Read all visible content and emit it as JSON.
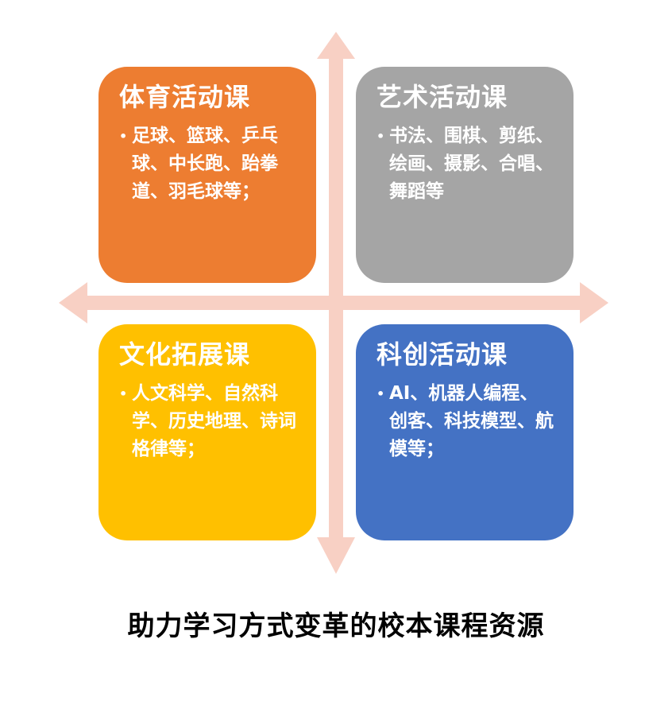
{
  "colors": {
    "arrow": "#f8d0c4",
    "sports": "#ed7d31",
    "arts": "#a5a5a5",
    "culture": "#ffc000",
    "science": "#4472c4",
    "text_on_card": "#ffffff",
    "caption": "#000000"
  },
  "quadrants": {
    "top_left": {
      "title": "体育活动课",
      "bullet": "•",
      "body": "足球、篮球、乒乓球、中长跑、跆拳道、羽毛球等；"
    },
    "top_right": {
      "title": "艺术活动课",
      "bullet": "•",
      "body": "书法、围棋、剪纸、绘画、摄影、合唱、舞蹈等"
    },
    "bottom_left": {
      "title": "文化拓展课",
      "bullet": "•",
      "body": "人文科学、自然科学、历史地理、诗词格律等；"
    },
    "bottom_right": {
      "title": "科创活动课",
      "bullet": "•",
      "body": "AI、机器人编程、创客、科技模型、航模等；"
    }
  },
  "caption": "助力学习方式变革的校本课程资源"
}
